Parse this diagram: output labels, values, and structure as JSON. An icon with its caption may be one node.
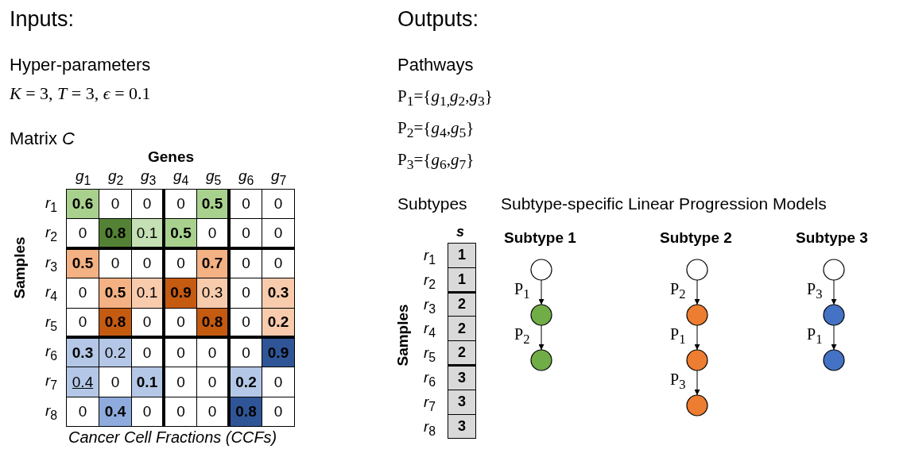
{
  "diagram": {
    "nodes": [
      {
        "text": [],
        "shape": "circle"
      },
      {
        "text": [],
        "shape": "circle"
      },
      {
        "text": [],
        "shape": "circle"
      },
      {
        "text": [],
        "shape": "circle"
      },
      {
        "text": [],
        "shape": "circle"
      },
      {
        "text": [],
        "shape": "circle"
      },
      {
        "text": [],
        "shape": "circle"
      },
      {
        "text": [],
        "shape": "circle"
      },
      {
        "text": [],
        "shape": "circle"
      },
      {
        "text": [],
        "shape": "circle"
      }
    ],
    "edges": [
      {
        "from": 0,
        "to": 1,
        "arrow": "to",
        "label": "P$_{1}$"
      },
      {
        "from": 1,
        "to": 2,
        "arrow": "to",
        "label": "P$_{2}$"
      },
      {
        "from": 3,
        "to": 4,
        "arrow": "to",
        "label": "P$_{2}$"
      },
      {
        "from": 4,
        "to": 5,
        "arrow": "to",
        "label": "P$_{1}$"
      },
      {
        "from": 5,
        "to": 6,
        "arrow": "to",
        "label": "P$_{3}$"
      },
      {
        "from": 7,
        "to": 8,
        "arrow": "to",
        "label": "P$_{3}$"
      },
      {
        "from": 8,
        "to": 9,
        "arrow": "to",
        "label": "P$_{1}$"
      }
    ],
    "labels": [
      "Inputs:",
      "Hyper-parameters",
      "*K* = 3, *T* = 3, *ϵ* = 0.1",
      "Matrix *C*",
      "Genes",
      "Samples",
      "*g*$_{1}$",
      "*g*$_{2}$",
      "*g*$_{3}$",
      "*g*$_{4}$",
      "*g*$_{5}$",
      "*g*$_{6}$",
      "*g*$_{7}$",
      "*r*$_{1}$",
      "0.6",
      "0",
      "0",
      "0",
      "0.5",
      "0",
      "0",
      "*r*$_{2}$",
      "0",
      "0.8",
      "0.1",
      "0.5",
      "0",
      "0",
      "0",
      "*r*$_{3}$",
      "0.5",
      "0",
      "0",
      "0",
      "0.7",
      "0",
      "0",
      "*r*$_{4}$",
      "0",
      "0.5",
      "0.1",
      "0.9",
      "0.3",
      "0",
      "0.3",
      "*r*$_{5}$",
      "0",
      "0.8",
      "0",
      "0",
      "0.8",
      "0",
      "0.2",
      "*r*$_{6}$",
      "0.3",
      "0.2",
      "0",
      "0",
      "0",
      "0",
      "0.9",
      "*r*$_{7}$",
      "0.4",
      "0",
      "0.1",
      "0",
      "0",
      "0.2",
      "0",
      "*r*$_{8}$",
      "0",
      "0.4",
      "0",
      "0",
      "0",
      "0.8",
      "0",
      "Cancer Cell Fractions (CCFs)",
      "Outputs:",
      "Pathways",
      "P$_{1}$={*g*$_{1,}$*g*$_{2}$,*g*$_{3}$}",
      "P$_{2}$={*g*$_{4}$,*g*$_{5}$}",
      "P$_{3}$={*g*$_{6}$,*g*$_{7}$}",
      "Subtypes",
      "Subtype-specific Linear Progression Models",
      "s",
      "Samples",
      "*r*$_{1}$",
      "1",
      "*r*$_{2}$",
      "1",
      "*r*$_{3}$",
      "2",
      "*r*$_{4}$",
      "2",
      "*r*$_{5}$",
      "2",
      "*r*$_{6}$",
      "3",
      "*r*$_{7}$",
      "3",
      "*r*$_{8}$",
      "3",
      "Subtype 1",
      "Subtype 2",
      "Subtype 3"
    ]
  }
}
